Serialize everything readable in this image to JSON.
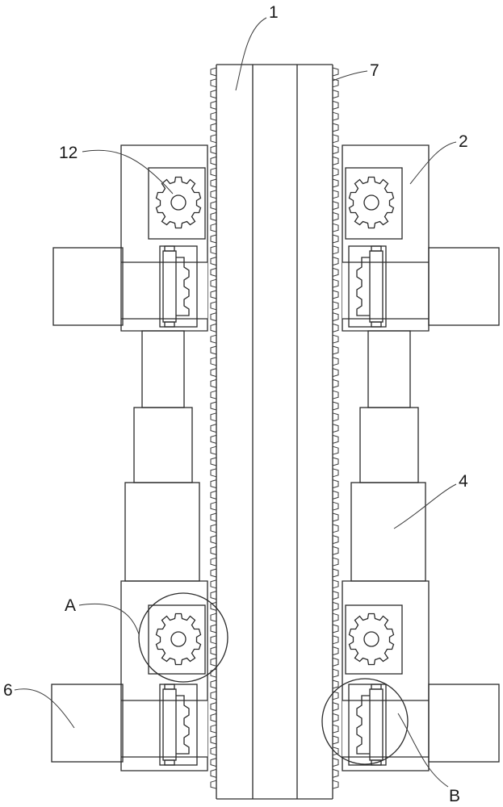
{
  "labels": {
    "l1": "1",
    "l7": "7",
    "l12": "12",
    "l2": "2",
    "l4": "4",
    "lA": "A",
    "l6": "6",
    "lB": "B"
  },
  "colors": {
    "line": "#2a2a2a",
    "background": "#ffffff"
  },
  "icons": {
    "gear": "gear-icon",
    "roller": "roller-icon"
  }
}
